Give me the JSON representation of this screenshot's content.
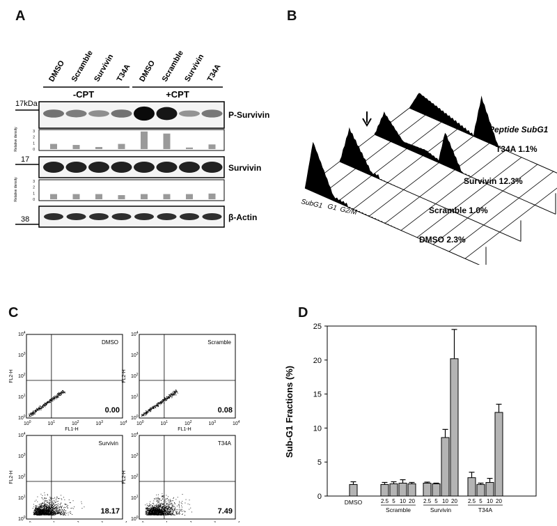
{
  "panels": {
    "A": {
      "letter": "A",
      "lane_labels": [
        "DMSO",
        "Scramble",
        "Survivin",
        "T34A",
        "DMSO",
        "Scramble",
        "Survivin",
        "T34A"
      ],
      "groups": [
        "-CPT",
        "+CPT"
      ],
      "mw": {
        "top": "17kDa",
        "mid": "17",
        "bottom": "38"
      },
      "bands": [
        "P-Survivin",
        "Survivin",
        "β-Actin"
      ],
      "density_axis_label": "Relative density",
      "density_ticks": [
        "0",
        "1",
        "2",
        "3"
      ],
      "p_survivin_density": [
        1.0,
        0.8,
        0.4,
        1.0,
        3.4,
        3.0,
        0.3,
        0.9
      ],
      "survivin_density": [
        1.0,
        1.0,
        1.0,
        0.8,
        1.0,
        1.0,
        1.0,
        1.1
      ],
      "band_colors": {
        "bar": "#9a9a9a"
      }
    },
    "B": {
      "letter": "B",
      "header": "Peptide SubG1",
      "traces": [
        {
          "label": "T34A",
          "value": "1.1%"
        },
        {
          "label": "Survivin",
          "value": "12.3%"
        },
        {
          "label": "Scramble",
          "value": "1.0%"
        },
        {
          "label": "DMSO",
          "value": "2.3%"
        }
      ],
      "axis_labels": [
        "SubG1",
        "G1",
        "G2/M"
      ]
    },
    "C": {
      "letter": "C",
      "plots": [
        {
          "name": "DMSO",
          "value": "0.00"
        },
        {
          "name": "Scramble",
          "value": "0.08"
        },
        {
          "name": "Survivin",
          "value": "18.17"
        },
        {
          "name": "T34A",
          "value": "7.49"
        }
      ],
      "x_axis": "FL1-H",
      "y_axis": "FL2-H",
      "ticks": [
        "0",
        "1",
        "2",
        "3",
        "4"
      ]
    },
    "D": {
      "letter": "D"
    }
  },
  "chart_data": {
    "type": "bar",
    "ylabel": "Sub-G1 Fractions (%)",
    "ylim": [
      0,
      25
    ],
    "yticks": [
      "0",
      "5",
      "10",
      "15",
      "20",
      "25"
    ],
    "groups": [
      {
        "name": "DMSO",
        "sublabels": [],
        "values": [
          1.7
        ],
        "errors": [
          0.4
        ]
      },
      {
        "name": "Scramble",
        "sublabels": [
          "2.5",
          "5",
          "10",
          "20"
        ],
        "values": [
          1.7,
          1.8,
          1.9,
          1.8
        ],
        "errors": [
          0.3,
          0.3,
          0.5,
          0.2
        ]
      },
      {
        "name": "Survivin",
        "sublabels": [
          "2.5",
          "5",
          "10",
          "20"
        ],
        "values": [
          1.9,
          1.8,
          8.6,
          20.2
        ],
        "errors": [
          0.15,
          0.1,
          1.2,
          4.3
        ]
      },
      {
        "name": "T34A",
        "sublabels": [
          "2.5",
          "5",
          "10",
          "20"
        ],
        "values": [
          2.7,
          1.7,
          2.0,
          12.3
        ],
        "errors": [
          0.8,
          0.2,
          0.6,
          1.2
        ]
      }
    ],
    "colors": {
      "bar": "#b4b4b4"
    }
  }
}
